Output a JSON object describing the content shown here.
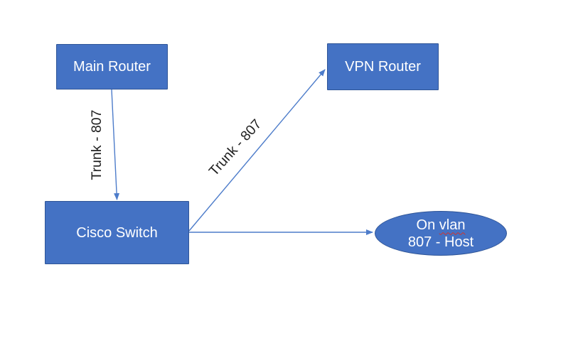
{
  "diagram": {
    "title": "VLAN trunk network diagram",
    "nodes": {
      "main_router": {
        "label": "Main Router"
      },
      "vpn_router": {
        "label": "VPN Router"
      },
      "cisco_switch": {
        "label": "Cisco Switch"
      },
      "host": {
        "line1_prefix": "On",
        "line1_misspelled_word": "vlan",
        "line2": "807 - Host"
      }
    },
    "edge_labels": {
      "trunk_main_to_switch": "Trunk - 807",
      "trunk_switch_to_vpn": "Trunk - 807"
    },
    "colors": {
      "canvas_bg": "#ffffff",
      "shape_fill": "#4472c4",
      "shape_border": "#2f5597",
      "shape_text": "#ffffff",
      "connector": "#4d7cca",
      "edge_label_text": "#1f1f1f",
      "spellcheck_underline": "#d0342c"
    }
  }
}
